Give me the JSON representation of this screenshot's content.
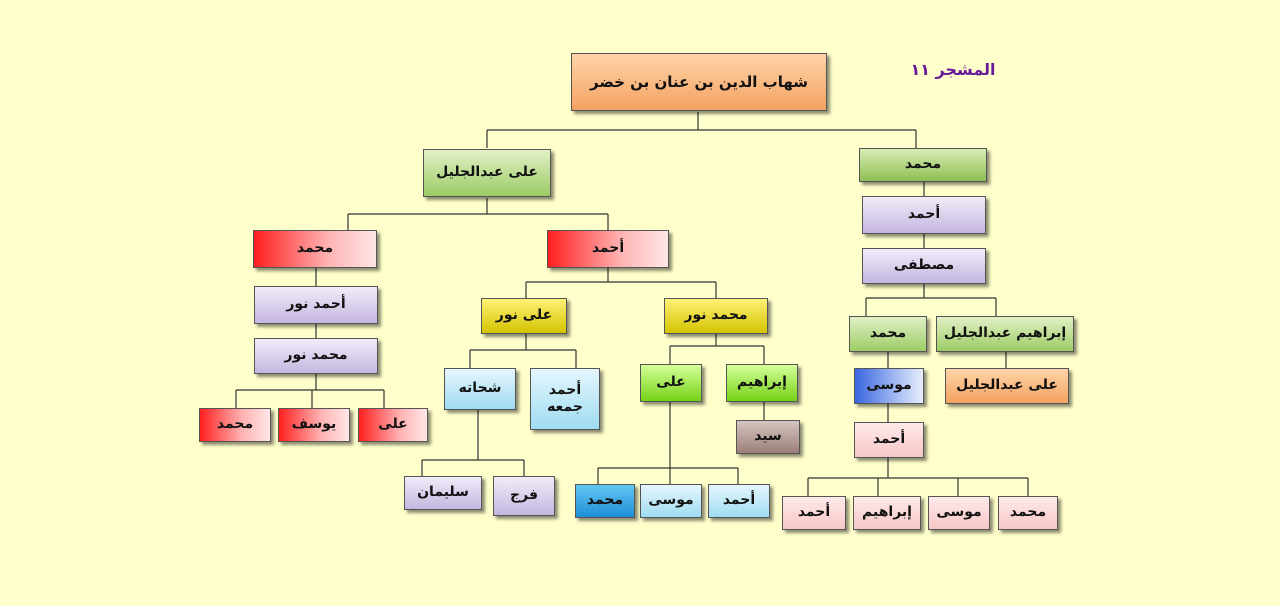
{
  "diagram_title": "المشجر ١١",
  "nodes": {
    "root": "شهاب الدين بن عنان بن خضر",
    "ali_abdeljalil": "على عبدالجليل",
    "mohamed_right": "محمد",
    "ahmed_right": "أحمد",
    "mostafa": "مصطفى",
    "ibrahim_abdeljalil": "إبراهيم عبدالجليل",
    "mohamed_r3": "محمد",
    "ali_abdeljalil_2": "على عبدالجليل",
    "mousa_r": "موسى",
    "ahmed_r4": "أحمد",
    "mohamed_r5": "محمد",
    "mousa_r5": "موسى",
    "ibrahim_r5": "إبراهيم",
    "ahmed_r5": "أحمد",
    "mohamed_left": "محمد",
    "ahmed_center": "أحمد",
    "ahmed_nour": "أحمد نور",
    "mohamed_nour_l": "محمد نور",
    "ali_l": "على",
    "youssef": "يوسف",
    "mohamed_l": "محمد",
    "mohamed_nour_c": "محمد نور",
    "ali_nour": "على نور",
    "ahmed_gomaa": "أحمد\nجمعه",
    "shehata": "شحاته",
    "farag": "فرج",
    "soliman": "سليمان",
    "ibrahim_c": "إبراهيم",
    "ali_c": "على",
    "sayed": "سيد",
    "ahmed_c": "أحمد",
    "mousa_c": "موسى",
    "mohamed_c": "محمد"
  },
  "colors": {
    "background": "#ffffcc",
    "title": "#6a1b9a",
    "connector": "#333333"
  }
}
